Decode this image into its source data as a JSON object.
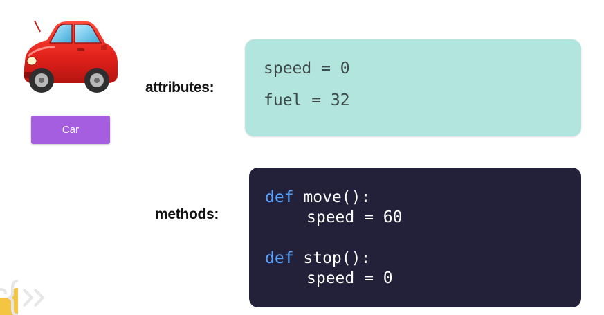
{
  "object": {
    "icon": "red-car-icon",
    "button_label": "Car",
    "button_color": "#a55ee0"
  },
  "attributes": {
    "label": "attributes:",
    "lines": [
      "speed = 0",
      "fuel = 32"
    ],
    "box_color": "#b3e5df"
  },
  "methods": {
    "label": "methods:",
    "box_color": "#23213a",
    "keyword_color": "#56a3ff",
    "blocks": [
      {
        "keyword": "def",
        "signature": " move():",
        "body": "speed = 60"
      },
      {
        "keyword": "def",
        "signature": " stop():",
        "body": "speed = 0"
      }
    ]
  },
  "watermark": {
    "icon": "brackets-logo-icon"
  }
}
